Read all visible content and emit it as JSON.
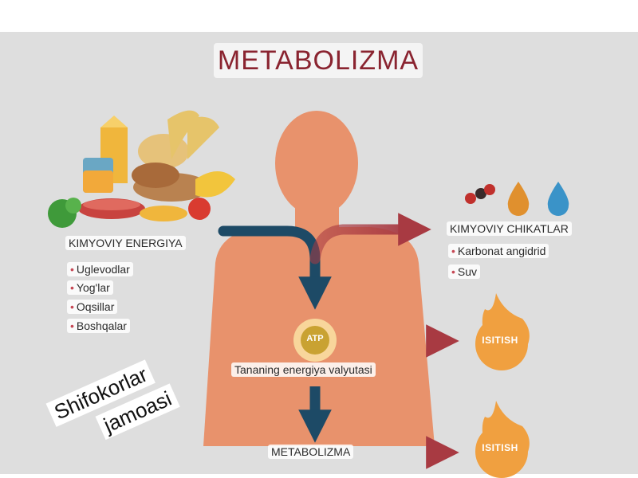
{
  "title": "METABOLIZMA",
  "inputs": {
    "heading": "KIMYOVIY ENERGIYA",
    "items": [
      "Uglevodlar",
      "Yog'lar",
      "Oqsillar",
      "Boshqalar"
    ]
  },
  "outputs": {
    "heading": "KIMYOVIY CHIKATLAR",
    "items": [
      "Karbonat angidrid",
      "Suv"
    ]
  },
  "atp": {
    "badge": "ATP",
    "caption": "Tananing energiya valyutasi"
  },
  "metabolism_label": "METABOLIZMA",
  "heat": {
    "label_1": "ISITISH",
    "label_2": "ISITISH"
  },
  "watermark": {
    "line1": "Shifokorlar",
    "line2": "jamoasi"
  },
  "colors": {
    "title": "#8a2430",
    "body": "#e8926c",
    "arrow_dark": "#1d4a66",
    "arrow_red": "#a83a42",
    "flame": "#f0a040",
    "water_drop": "#3a93c8",
    "oil_drop": "#e0902e"
  }
}
